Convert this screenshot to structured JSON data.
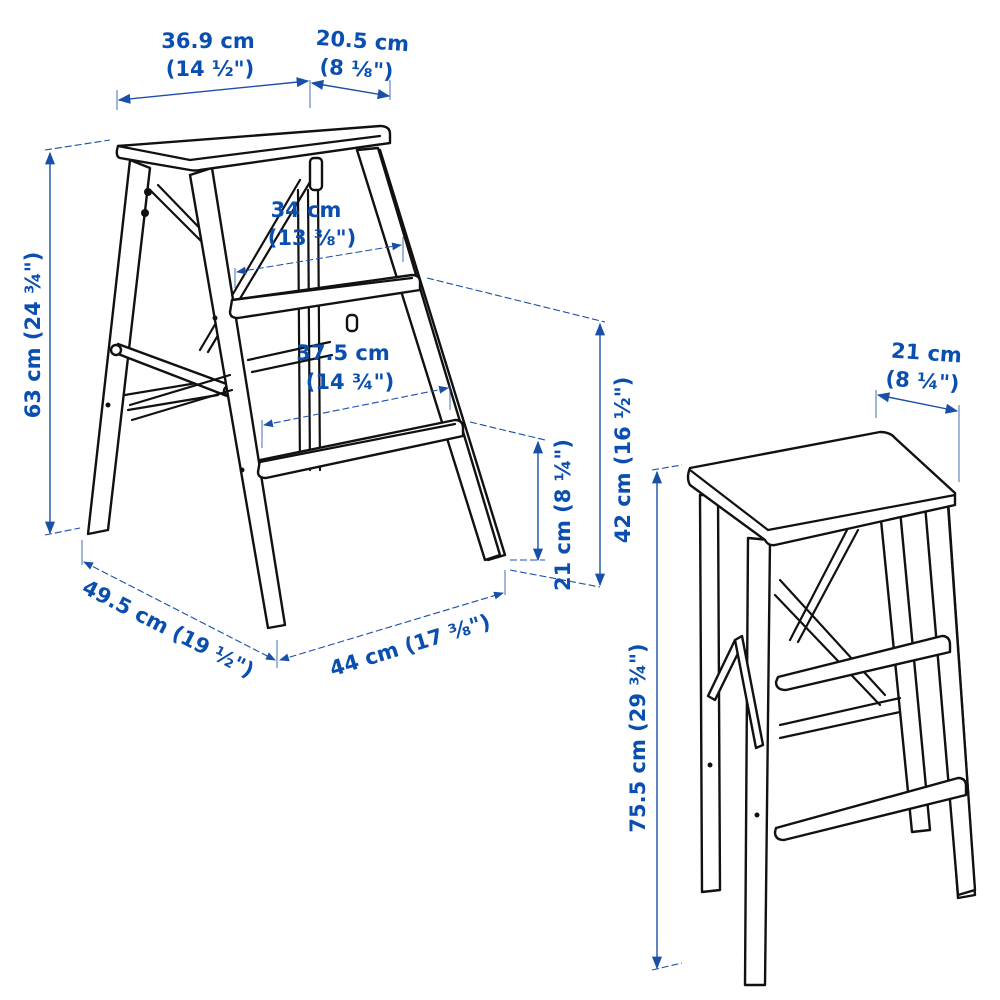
{
  "diagram": {
    "title": "Step stool dimensions",
    "accent_color": "#0a4fb0",
    "line_color": "#111111",
    "views": [
      {
        "name": "open-stool",
        "dimensions": {
          "top_width": {
            "metric": "36.9 cm",
            "imperial": "(14 ½\")"
          },
          "top_depth": {
            "metric": "20.5 cm",
            "imperial": "(8 ⅛\")"
          },
          "upper_step_width": {
            "metric": "34 cm",
            "imperial": "(13 ⅜\")"
          },
          "lower_step_width": {
            "metric": "37.5 cm",
            "imperial": "(14 ¾\")"
          },
          "total_height": {
            "label": "63 cm (24 ¾\")"
          },
          "upper_step_height": {
            "label": "42 cm (16 ½\")"
          },
          "lower_step_height": {
            "label": "21 cm (8 ¼\")"
          },
          "base_depth": {
            "label": "49.5 cm (19 ½\")"
          },
          "base_width": {
            "label": "44 cm (17 ⅜\")"
          }
        }
      },
      {
        "name": "folded-stool",
        "dimensions": {
          "folded_depth": {
            "metric": "21 cm",
            "imperial": "(8 ¼\")"
          },
          "folded_height": {
            "label": "75.5 cm (29 ¾\")"
          }
        }
      }
    ]
  }
}
